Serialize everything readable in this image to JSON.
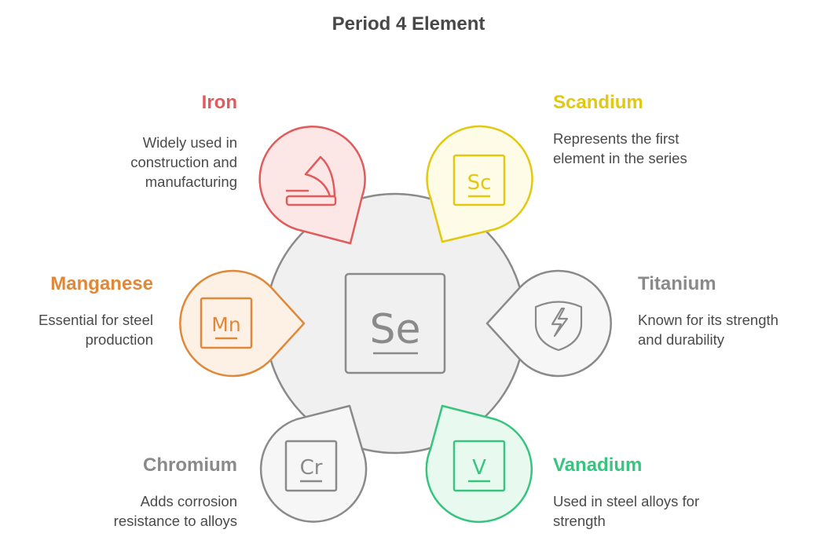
{
  "title": "Period 4 Element",
  "center": {
    "symbol": "Se",
    "fill": "#f0f0f0",
    "stroke": "#8a8a8a"
  },
  "elements": [
    {
      "name": "Iron",
      "description_lines": [
        "Widely used in",
        "construction and",
        "manufacturing"
      ],
      "icon": "microscope-icon",
      "color": "#e05b5b",
      "fill": "#fde6e6"
    },
    {
      "name": "Scandium",
      "description_lines": [
        "Represents the first",
        "element in the series"
      ],
      "icon": "element-sc-icon",
      "symbol": "Sc",
      "color": "#e2c80f",
      "fill": "#fefbe6"
    },
    {
      "name": "Titanium",
      "description_lines": [
        "Known for its strength",
        "and durability"
      ],
      "icon": "shield-lightning-icon",
      "color": "#8a8a8a",
      "fill": "#f6f6f6"
    },
    {
      "name": "Vanadium",
      "description_lines": [
        "Used in steel alloys for",
        "strength"
      ],
      "icon": "element-v-icon",
      "symbol": "V",
      "color": "#36c47e",
      "fill": "#e8f9f0"
    },
    {
      "name": "Chromium",
      "description_lines": [
        "Adds corrosion",
        "resistance to alloys"
      ],
      "icon": "element-cr-icon",
      "symbol": "Cr",
      "color": "#8a8a8a",
      "fill": "#f6f6f6"
    },
    {
      "name": "Manganese",
      "description_lines": [
        "Essential for steel",
        "production"
      ],
      "icon": "element-mn-icon",
      "symbol": "Mn",
      "color": "#e0883a",
      "fill": "#fdf0e4"
    }
  ]
}
